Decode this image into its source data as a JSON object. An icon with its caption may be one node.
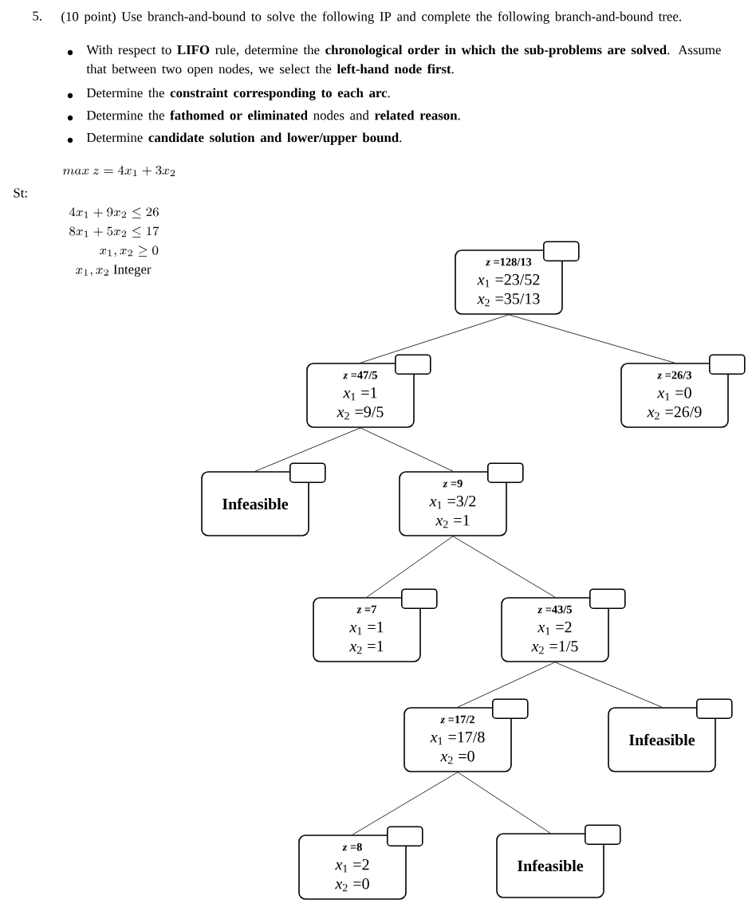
{
  "diagram": {
    "nodes": [
      {
        "text": [
          "*z* =128/13",
          "*x*$_{1}$ =23/52",
          "*x*$_{2}$ =35/13"
        ]
      },
      {
        "text": [
          "*z* =47/5",
          "*x*$_{1}$ =1",
          "*x*$_{2}$ =9/5"
        ]
      },
      {
        "text": [
          "*z* =26/3",
          "*x*$_{1}$ =0",
          "*x*$_{2}$ =26/9"
        ]
      },
      {
        "text": [
          "Infeasible"
        ]
      },
      {
        "text": [
          "*z* =9",
          "*x*$_{1}$ =3/2",
          "*x*$_{2}$ =1"
        ]
      },
      {
        "text": [
          "*z* =7",
          "*x*$_{1}$ =1",
          "*x*$_{2}$ =1"
        ]
      },
      {
        "text": [
          "*z* =43/5",
          "*x*$_{1}$ =2",
          "*x*$_{2}$ =1/5"
        ]
      },
      {
        "text": [
          "*z* =17/2",
          "*x*$_{1}$ =17/8",
          "*x*$_{2}$ =0"
        ]
      },
      {
        "text": [
          "Infeasible"
        ]
      },
      {
        "text": [
          "*z* =8",
          "*x*$_{1}$ =2",
          "*x*$_{2}$ =0"
        ]
      },
      {
        "text": [
          "Infeasible"
        ]
      }
    ],
    "edges": [
      {
        "from": 0,
        "to": 1,
        "arrow": "none"
      },
      {
        "from": 0,
        "to": 2,
        "arrow": "none"
      },
      {
        "from": 1,
        "to": 3,
        "arrow": "none"
      },
      {
        "from": 1,
        "to": 4,
        "arrow": "none"
      },
      {
        "from": 4,
        "to": 5,
        "arrow": "none"
      },
      {
        "from": 4,
        "to": 6,
        "arrow": "none"
      },
      {
        "from": 6,
        "to": 7,
        "arrow": "none"
      },
      {
        "from": 6,
        "to": 8,
        "arrow": "none"
      },
      {
        "from": 7,
        "to": 9,
        "arrow": "none"
      },
      {
        "from": 7,
        "to": 10,
        "arrow": "none"
      }
    ],
    "labels": [
      "5.",
      "(10 point) Use branch-and-bound to solve the following IP and complete the following branch-and-bound tree.",
      "With respect to **LIFO** rule, determine the **chronological order in which the sub-problems are solved**. Assume that between two open nodes, we select the **left-hand node first**.",
      "Determine the **constraint corresponding to each arc**.",
      "Determine the **fathomed or eliminated** nodes and **related reason**.",
      "Determine **candidate solution and lower/upper bound**.",
      "max\\ z = 4x_1 + 3x_2",
      "St:",
      "4x_1 + 9x_2 \\leq 26",
      "8x_1 + 5x_2 \\leq 17",
      "x_1, x_2 \\geq 0",
      "x_1, x_2\\ \\mathrm{Integer}"
    ]
  }
}
